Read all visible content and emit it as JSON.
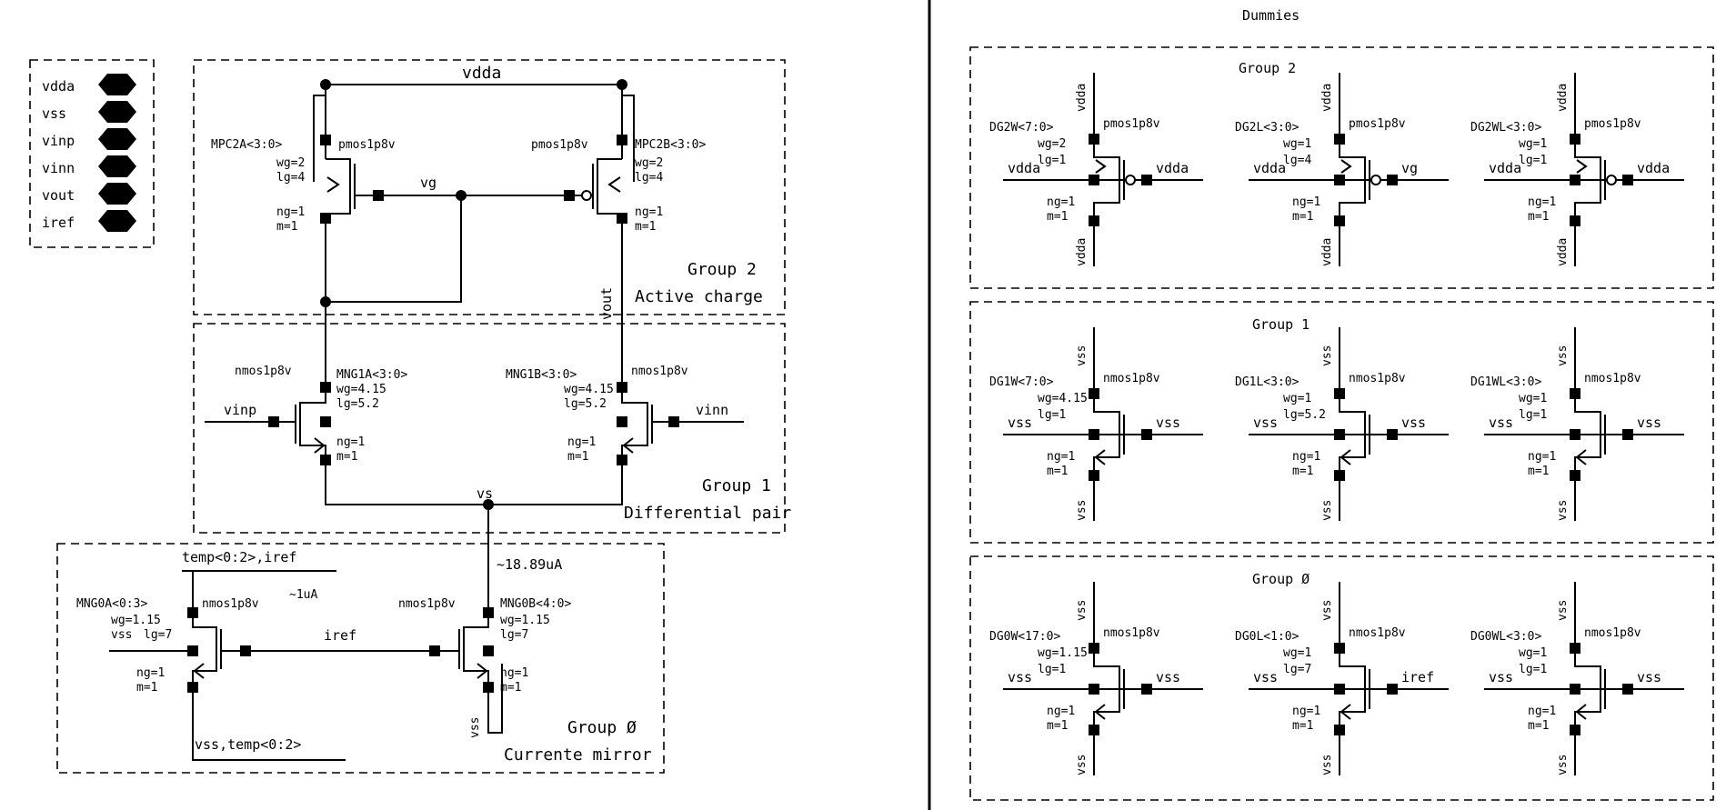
{
  "ports": {
    "items": [
      "vdda",
      "vss",
      "vinp",
      "vinn",
      "vout",
      "iref"
    ]
  },
  "left": {
    "top_net": "vdda",
    "vg_net": "vg",
    "vout_net": "vout",
    "vs_net": "vs",
    "current_label": "~18.89uA",
    "group2": {
      "title": "Group 2",
      "subtitle": "Active charge"
    },
    "group1": {
      "title": "Group 1",
      "subtitle": "Differential pair"
    },
    "group0": {
      "title": "Group Ø",
      "subtitle": "Currente mirror"
    },
    "mpc2a": {
      "name": "MPC2A<3:0>",
      "model": "pmos1p8v",
      "wg": "wg=2",
      "lg": "lg=4",
      "ng": "ng=1",
      "m": "m=1"
    },
    "mpc2b": {
      "name": "MPC2B<3:0>",
      "model": "pmos1p8v",
      "wg": "wg=2",
      "lg": "lg=4",
      "ng": "ng=1",
      "m": "m=1"
    },
    "mng1a": {
      "name": "MNG1A<3:0>",
      "model": "nmos1p8v",
      "wg": "wg=4.15",
      "lg": "lg=5.2",
      "ng": "ng=1",
      "m": "m=1",
      "input": "vinp"
    },
    "mng1b": {
      "name": "MNG1B<3:0>",
      "model": "nmos1p8v",
      "wg": "wg=4.15",
      "lg": "lg=5.2",
      "ng": "ng=1",
      "m": "m=1",
      "input": "vinn"
    },
    "mng0a": {
      "name": "MNG0A<0:3>",
      "model": "nmos1p8v",
      "wg": "wg=1.15",
      "lg": "lg=7",
      "ng": "ng=1",
      "m": "m=1",
      "gate_net": "vss",
      "approx": "~1uA"
    },
    "mng0b": {
      "name": "MNG0B<4:0>",
      "model": "nmos1p8v",
      "wg": "wg=1.15",
      "lg": "lg=7",
      "ng": "ng=1",
      "m": "m=1",
      "source_net": "vss"
    },
    "iref_net": "iref",
    "temp_iref": "temp<0:2>,iref",
    "vss_temp": "vss,temp<0:2>"
  },
  "right": {
    "title": "Dummies",
    "group2": {
      "title": "Group 2",
      "devices": [
        {
          "name": "DG2W<7:0>",
          "model": "pmos1p8v",
          "wg": "wg=2",
          "lg": "lg=1",
          "ng": "ng=1",
          "m": "m=1",
          "top": "vdda",
          "bottom": "vdda",
          "gate": "vdda",
          "bulk": "vdda"
        },
        {
          "name": "DG2L<3:0>",
          "model": "pmos1p8v",
          "wg": "wg=1",
          "lg": "lg=4",
          "ng": "ng=1",
          "m": "m=1",
          "top": "vdda",
          "bottom": "vdda",
          "gate": "vdda",
          "bulk": "vg"
        },
        {
          "name": "DG2WL<3:0>",
          "model": "pmos1p8v",
          "wg": "wg=1",
          "lg": "lg=1",
          "ng": "ng=1",
          "m": "m=1",
          "top": "vdda",
          "bottom": "vdda",
          "gate": "vdda",
          "bulk": "vdda"
        }
      ]
    },
    "group1": {
      "title": "Group 1",
      "devices": [
        {
          "name": "DG1W<7:0>",
          "model": "nmos1p8v",
          "wg": "wg=4.15",
          "lg": "lg=1",
          "ng": "ng=1",
          "m": "m=1",
          "top": "vss",
          "bottom": "vss",
          "gate": "vss",
          "bulk": "vss"
        },
        {
          "name": "DG1L<3:0>",
          "model": "nmos1p8v",
          "wg": "wg=1",
          "lg": "lg=5.2",
          "ng": "ng=1",
          "m": "m=1",
          "top": "vss",
          "bottom": "vss",
          "gate": "vss",
          "bulk": "vss"
        },
        {
          "name": "DG1WL<3:0>",
          "model": "nmos1p8v",
          "wg": "wg=1",
          "lg": "lg=1",
          "ng": "ng=1",
          "m": "m=1",
          "top": "vss",
          "bottom": "vss",
          "gate": "vss",
          "bulk": "vss"
        }
      ]
    },
    "group0": {
      "title": "Group Ø",
      "devices": [
        {
          "name": "DG0W<17:0>",
          "model": "nmos1p8v",
          "wg": "wg=1.15",
          "lg": "lg=1",
          "ng": "ng=1",
          "m": "m=1",
          "top": "vss",
          "bottom": "vss",
          "gate": "vss",
          "bulk": "vss"
        },
        {
          "name": "DG0L<1:0>",
          "model": "nmos1p8v",
          "wg": "wg=1",
          "lg": "lg=7",
          "ng": "ng=1",
          "m": "m=1",
          "top": "vss",
          "bottom": "vss",
          "gate": "vss",
          "bulk": "iref"
        },
        {
          "name": "DG0WL<3:0>",
          "model": "nmos1p8v",
          "wg": "wg=1",
          "lg": "lg=1",
          "ng": "ng=1",
          "m": "m=1",
          "top": "vss",
          "bottom": "vss",
          "gate": "vss",
          "bulk": "vss"
        }
      ]
    }
  }
}
